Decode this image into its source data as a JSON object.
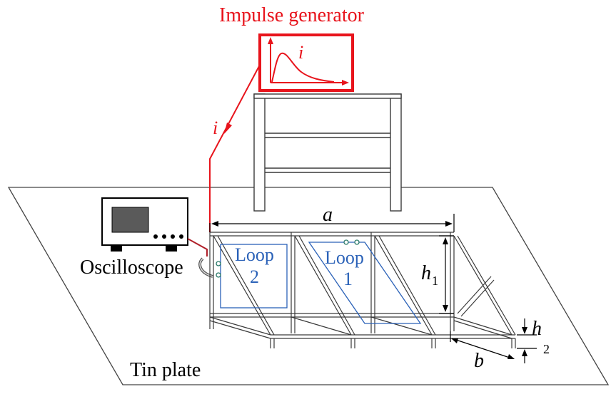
{
  "labels": {
    "impulse_generator": "Impulse generator",
    "current_symbol_box": "i",
    "current_symbol_lead": "i",
    "oscilloscope": "Oscilloscope",
    "tin_plate": "Tin plate",
    "dim_a": "a",
    "dim_b": "b",
    "h1_main": "h",
    "h1_sub": "1",
    "h2_main": "h",
    "h2_sub": "2",
    "loop1_line1": "Loop",
    "loop1_line2": "1",
    "loop2_line1": "Loop",
    "loop2_line2": "2"
  },
  "colors": {
    "generator": "#e8141c",
    "loop": "#2b62b8",
    "structure": "#3a3a3a",
    "text": "#000000",
    "screen": "#5a5a5a"
  }
}
